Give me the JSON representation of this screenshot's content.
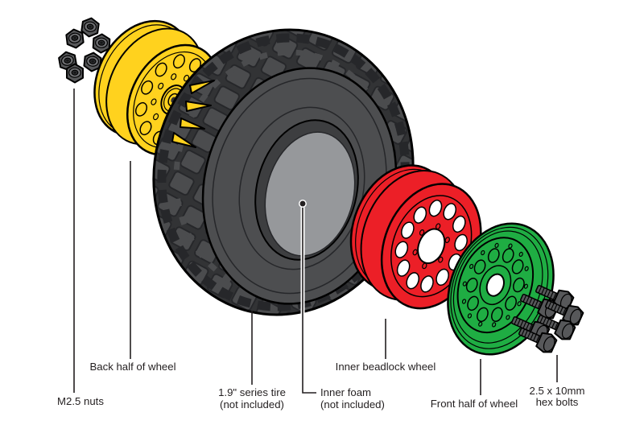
{
  "labels": {
    "m25_nuts": "M2.5 nuts",
    "back_half_wheel": "Back half of wheel",
    "tire_name": "1.9\" series tire",
    "tire_note": "(not included)",
    "inner_foam": "Inner foam",
    "inner_foam_note": "(not included)",
    "inner_beadlock_wheel": "Inner beadlock wheel",
    "front_half_wheel": "Front half of wheel",
    "hex_bolts_size": "2.5 x 10mm",
    "hex_bolts_name": "hex bolts"
  },
  "colors": {
    "background": "#FFFFFF",
    "outline": "#000000",
    "label_text": "#231F20",
    "back_wheel": "#FFD21E",
    "beadlock_wheel": "#EC1F27",
    "front_wheel": "#1FAD43",
    "tire_knob": "#4B4C4E",
    "tire_groove": "#323335",
    "tire_edge": "#26272A",
    "sidewall": "#4D4E50",
    "inner_wall": "#3D3E40",
    "foam": "#96989B",
    "hardware": "#57585A",
    "hardware_light": "#6E6F72",
    "hardware_dark": "#2F3032",
    "hole_white": "#FFFFFF"
  }
}
